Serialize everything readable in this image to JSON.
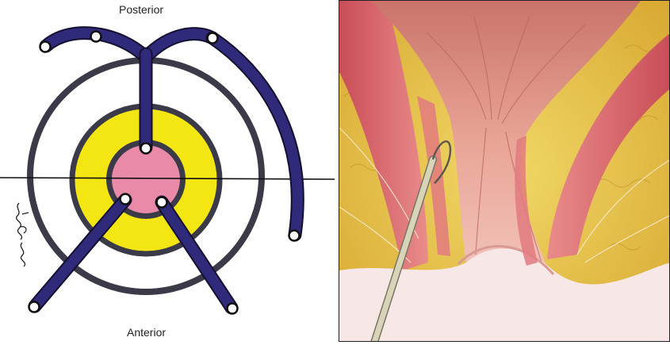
{
  "labels": {
    "posterior": "Posterior",
    "anterior": "Anterior",
    "signature": "Shawn Walker"
  },
  "colors": {
    "tract": "#2f2a7a",
    "tract_edge": "#151030",
    "ring": "#3b3a48",
    "sphincter_yellow": "#f4e612",
    "lumen_pink": "#e88aa8",
    "axis_line": "#111111",
    "fat_yellow": "#e8c24a",
    "mucosa_pink": "#e8a69a",
    "muscle_red": "#d9636a",
    "probe": "#d8d4b8"
  },
  "icons": {
    "external_opening": "open-circle",
    "internal_opening": "open-circle"
  }
}
